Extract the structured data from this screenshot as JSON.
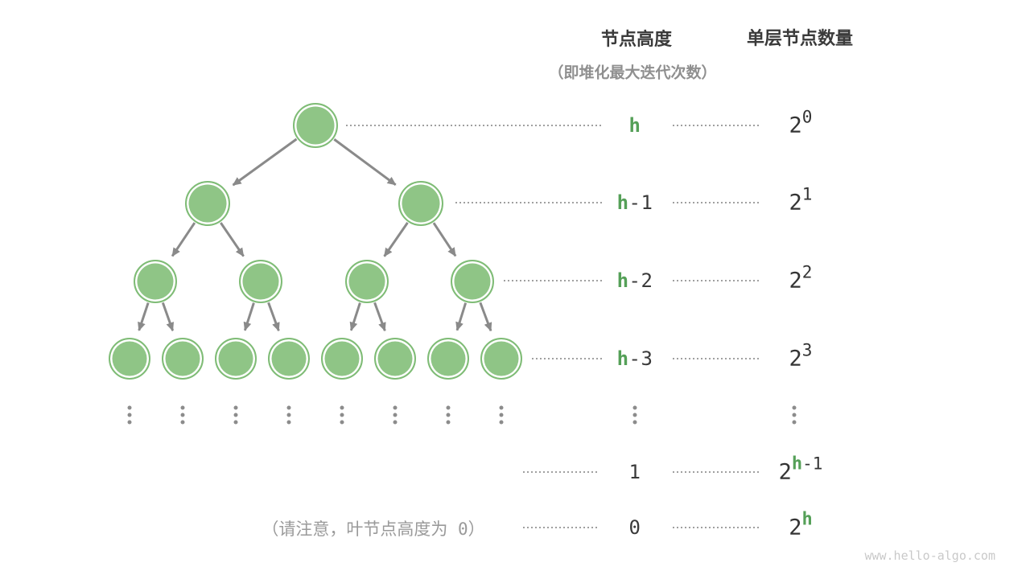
{
  "header": {
    "height_col": "节点高度",
    "height_col_sub": "（即堆化最大迭代次数）",
    "count_col": "单层节点数量"
  },
  "note": "（请注意，叶节点高度为 0）",
  "watermark": "www.hello-algo.com",
  "colors": {
    "accent_green": "#55A058",
    "node_fill": "#8FC586",
    "node_border": "#7FBC76",
    "edge_gray": "#8A8A8A",
    "dotted_gray": "#A0A0A0",
    "text_dark": "#3A3A3A",
    "text_gray": "#9A9A9A"
  },
  "tree": {
    "levels": [
      1,
      2,
      4,
      8
    ],
    "leaf_ellipsis_count": 8
  },
  "rows": [
    {
      "height": [
        {
          "t": "h",
          "green": true
        }
      ],
      "count": {
        "base": "2",
        "sup": [
          {
            "t": "0"
          }
        ]
      }
    },
    {
      "height": [
        {
          "t": "h",
          "green": true
        },
        {
          "t": "-1"
        }
      ],
      "count": {
        "base": "2",
        "sup": [
          {
            "t": "1"
          }
        ]
      }
    },
    {
      "height": [
        {
          "t": "h",
          "green": true
        },
        {
          "t": "-2"
        }
      ],
      "count": {
        "base": "2",
        "sup": [
          {
            "t": "2"
          }
        ]
      }
    },
    {
      "height": [
        {
          "t": "h",
          "green": true
        },
        {
          "t": "-3"
        }
      ],
      "count": {
        "base": "2",
        "sup": [
          {
            "t": "3"
          }
        ]
      }
    },
    {
      "ellipsis": true
    },
    {
      "height": [
        {
          "t": "1"
        }
      ],
      "count": {
        "base": "2",
        "sup": [
          {
            "t": "h",
            "green": true
          },
          {
            "t": "-1"
          }
        ]
      }
    },
    {
      "height": [
        {
          "t": "0"
        }
      ],
      "count": {
        "base": "2",
        "sup": [
          {
            "t": "h",
            "green": true
          }
        ]
      }
    }
  ]
}
